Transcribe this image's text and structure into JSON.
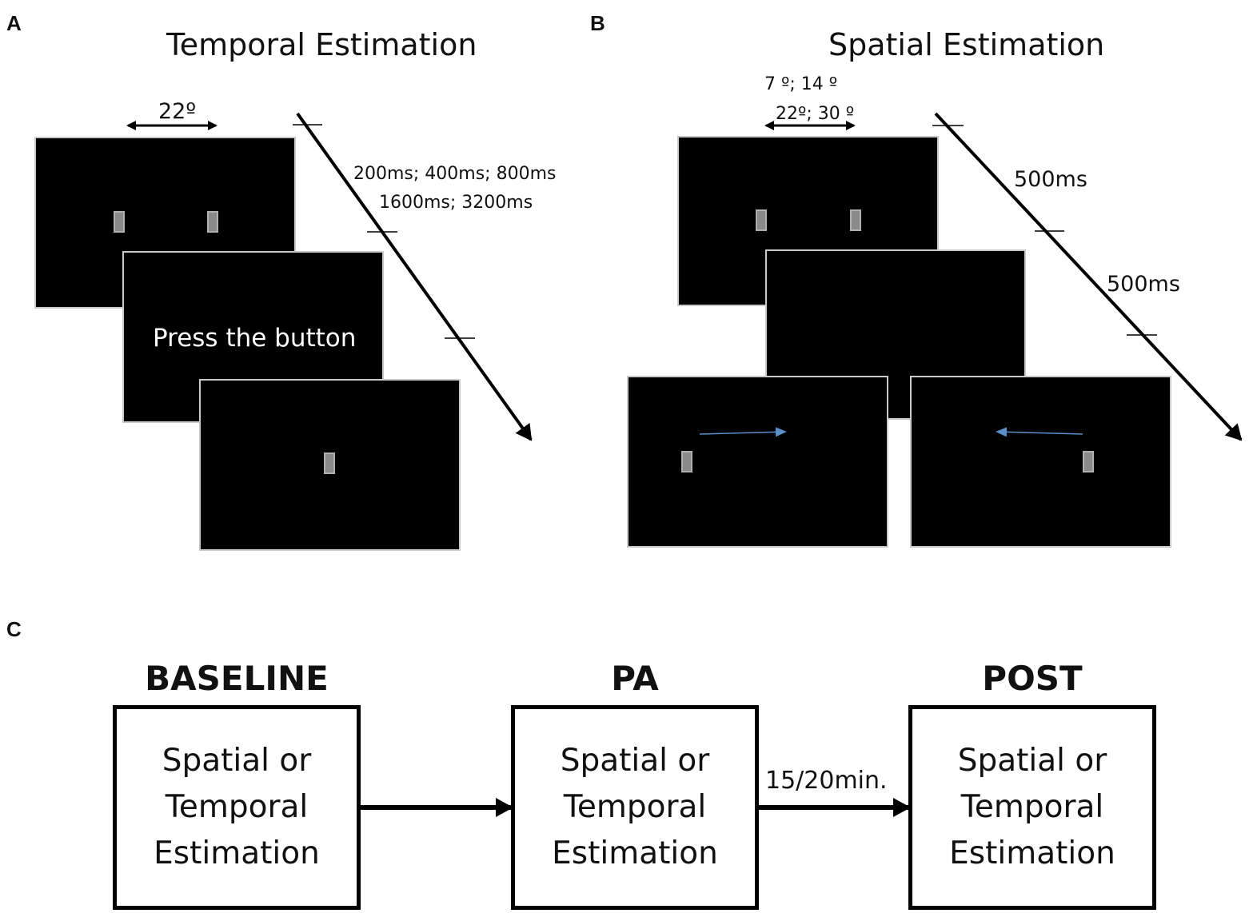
{
  "panel_a": {
    "letter": "A",
    "title": "Temporal Estimation",
    "distance_label": "22º",
    "durations_line1": "200ms; 400ms; 800ms",
    "durations_line2": "1600ms; 3200ms",
    "screen_text": "Press the button"
  },
  "panel_b": {
    "letter": "B",
    "title": "Spatial Estimation",
    "distances_line1": "7 º; 14 º",
    "distances_line2": "22º; 30 º",
    "duration_1": "500ms",
    "duration_2": "500ms"
  },
  "panel_c": {
    "letter": "C",
    "stages": [
      {
        "title": "BASELINE",
        "line1": "Spatial or",
        "line2": "Temporal",
        "line3": "Estimation"
      },
      {
        "title": "PA",
        "line1": "Spatial or",
        "line2": "Temporal",
        "line3": "Estimation"
      },
      {
        "title": "POST",
        "line1": "Spatial or",
        "line2": "Temporal",
        "line3": "Estimation"
      }
    ],
    "delay_label": "15/20min."
  },
  "colors": {
    "screen": "#000000",
    "stimulus_bar": "#8a8a8a",
    "motion_arrow": "#5b8fc9"
  }
}
